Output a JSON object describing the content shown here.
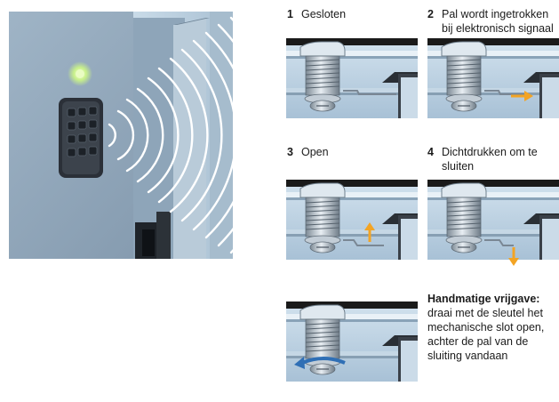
{
  "steps": [
    {
      "number": "1",
      "line1": "Gesloten",
      "line2": ""
    },
    {
      "number": "2",
      "line1": "Pal wordt ingetrokken",
      "line2": "bij elektronisch signaal"
    },
    {
      "number": "3",
      "line1": "Open",
      "line2": ""
    },
    {
      "number": "4",
      "line1": "Dichtdrukken om te",
      "line2": "sluiten"
    }
  ],
  "manual_release": {
    "title": "Handmatige vrijgave:",
    "lines": [
      "draai met de sleutel het",
      "mechanische slot open,",
      "achter de pal van de",
      "sluiting vandaan"
    ]
  },
  "colors": {
    "photo_wall": "#8fa6ba",
    "panel_blue": "#b8cedf",
    "panel_dark": "#1a1a1a",
    "arrow_orange": "#f3a424",
    "arrow_blue": "#2f6fb5",
    "led_green": "#c8f08a"
  }
}
